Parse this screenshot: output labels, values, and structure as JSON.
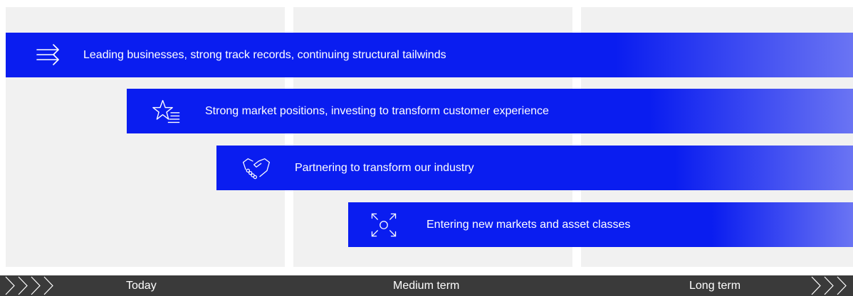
{
  "bands": [
    {
      "label": "Leading businesses, strong track records, continuing structural tailwinds",
      "icon": "double-arrow-right-icon"
    },
    {
      "label": "Strong market positions, investing to transform customer experience",
      "icon": "star-list-icon"
    },
    {
      "label": "Partnering to transform our industry",
      "icon": "handshake-icon"
    },
    {
      "label": "Entering new markets and asset classes",
      "icon": "expand-arrows-icon"
    }
  ],
  "timeline": {
    "labels": [
      "Today",
      "Medium term",
      "Long term"
    ]
  },
  "colors": {
    "band": "#0a1df0",
    "timeline": "#3a3a3a",
    "column": "#f1f1f1"
  }
}
